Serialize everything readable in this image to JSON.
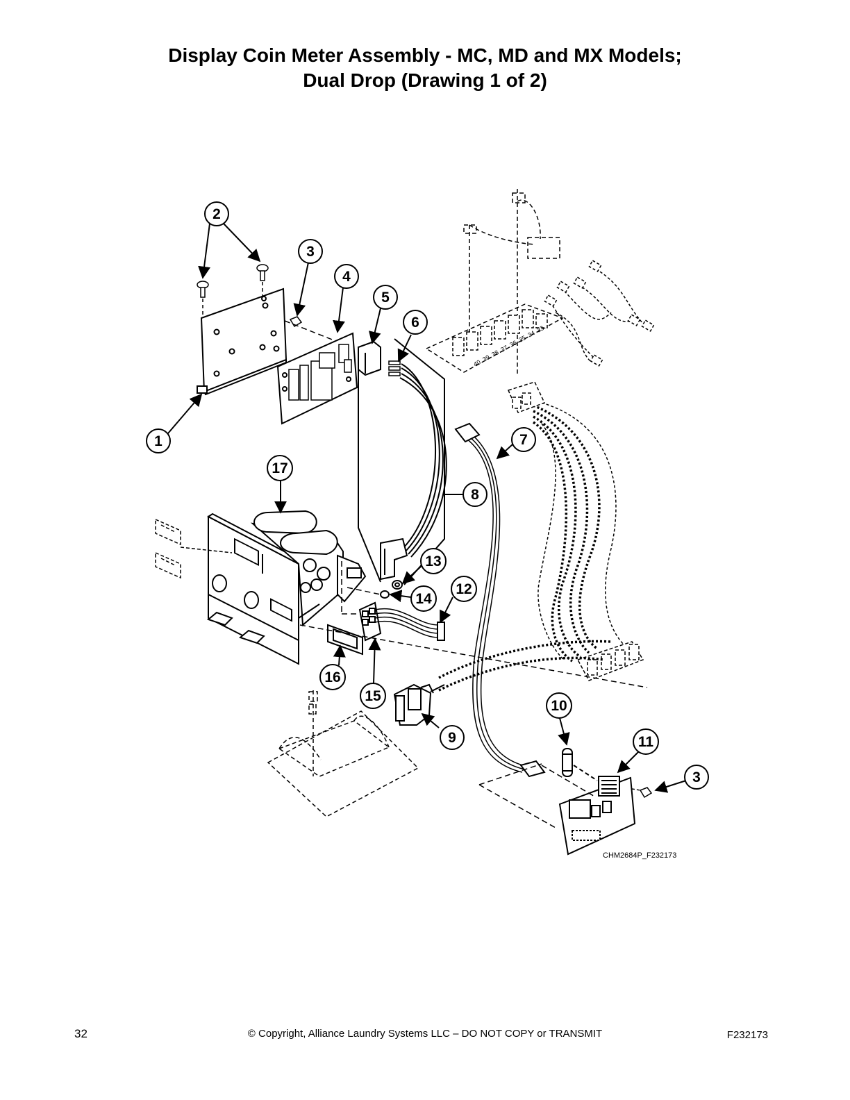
{
  "header": {
    "title_line1": "Display Coin Meter Assembly - MC, MD and MX Models;",
    "title_line2": "Dual Drop (Drawing 1 of 2)"
  },
  "diagram": {
    "drawing_code": "CHM2684P_F232173",
    "terminal_numbers": [
      "40",
      "39",
      "38",
      "37",
      "36",
      "35",
      "34",
      "33"
    ],
    "callouts": [
      "1",
      "2",
      "3",
      "4",
      "5",
      "6",
      "7",
      "8",
      "9",
      "10",
      "11",
      "3",
      "12",
      "13",
      "14",
      "15",
      "16",
      "17"
    ]
  },
  "footer": {
    "page_number": "32",
    "copyright": "© Copyright, Alliance Laundry Systems LLC – DO NOT COPY or TRANSMIT",
    "document_number": "F232173"
  }
}
